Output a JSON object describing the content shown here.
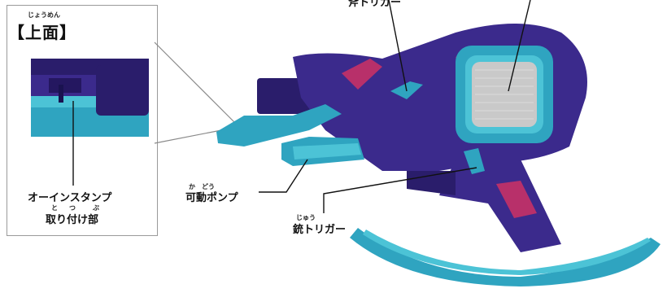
{
  "top_view": {
    "title": "【上面】",
    "title_ruby": "じょうめん"
  },
  "labels": {
    "stamp_slot_line1": "オーインスタンプ",
    "stamp_slot_line2": "取り付け部",
    "stamp_slot_ruby_1": "と",
    "stamp_slot_ruby_2": "つ",
    "stamp_slot_ruby_3": "ぶ",
    "pump": "可動ポンプ",
    "pump_ruby_1": "か",
    "pump_ruby_2": "どう",
    "gun_trigger": "銃トリガー",
    "gun_trigger_ruby": "じゅう",
    "top_trigger_partial": "斧トリガー"
  },
  "colors": {
    "body_purple": "#3b2a8c",
    "dark_purple": "#2a1d6b",
    "teal": "#2fa4c0",
    "light_teal": "#4cc3d6",
    "magenta": "#b8306a",
    "screen_gray": "#c9c9c9"
  }
}
